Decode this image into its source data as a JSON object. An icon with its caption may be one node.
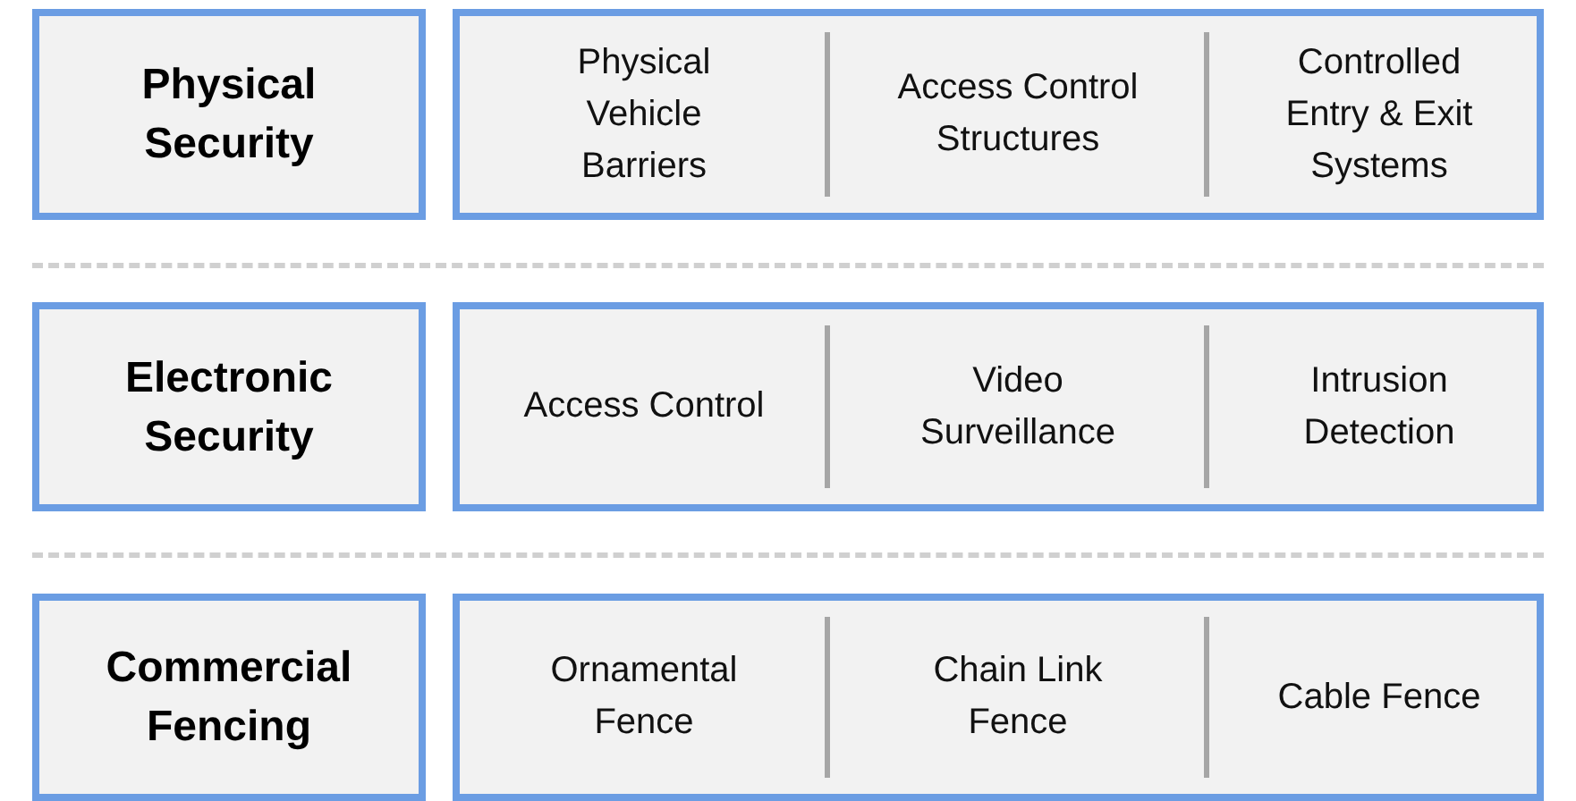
{
  "diagram": {
    "nodes": [
      {
        "text": [
          "Physical Security"
        ]
      },
      {
        "text": [],
        "shape": "box"
      },
      {
        "text": [
          "Physical Vehicle Barriers"
        ],
        "in": 1
      },
      {
        "text": [
          "Access Control Structures"
        ],
        "in": 1
      },
      {
        "text": [
          "Controlled Entry & Exit Systems"
        ],
        "in": 1
      },
      {
        "text": [
          "Electronic Security"
        ]
      },
      {
        "text": [],
        "shape": "box"
      },
      {
        "text": [
          "Access Control"
        ],
        "in": 6
      },
      {
        "text": [
          "Video Surveillance"
        ],
        "in": 6
      },
      {
        "text": [
          "Intrusion Detection"
        ],
        "in": 6
      },
      {
        "text": [
          "Commercial Fencing"
        ]
      },
      {
        "text": [],
        "shape": "box"
      },
      {
        "text": [
          "Ornamental Fence"
        ],
        "in": 11
      },
      {
        "text": [
          "Chain Link Fence"
        ],
        "in": 11
      },
      {
        "text": [
          "Cable Fence"
        ],
        "in": 11
      }
    ]
  }
}
